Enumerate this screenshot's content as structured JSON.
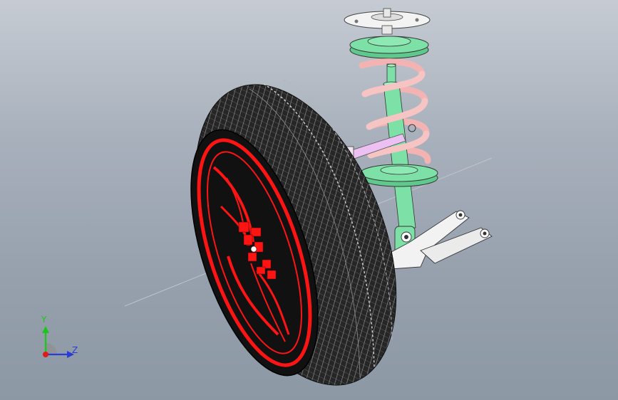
{
  "viewport": {
    "background_top": "#c6cbd3",
    "background_bottom": "#8d98a5",
    "view_mode": "shaded-with-edges"
  },
  "model": {
    "parts": [
      {
        "name": "tire",
        "color": "#1a1a1a"
      },
      {
        "name": "rim",
        "color": "#ff1414"
      },
      {
        "name": "coil-spring",
        "color": "#f5b7b7"
      },
      {
        "name": "shock-absorber",
        "color": "#7de0a6"
      },
      {
        "name": "spring-seat-upper",
        "color": "#7de0a6"
      },
      {
        "name": "spring-seat-lower",
        "color": "#7de0a6"
      },
      {
        "name": "top-mount",
        "color": "#f2f2f2"
      },
      {
        "name": "tie-rod",
        "color": "#e9b8ef"
      },
      {
        "name": "lower-control-arm",
        "color": "#f2f2f2"
      }
    ]
  },
  "triad": {
    "y_label": "Y",
    "z_label": "Z",
    "y_color": "#19c619",
    "z_color": "#2a3bd6",
    "x_color": "#e01b1b"
  }
}
